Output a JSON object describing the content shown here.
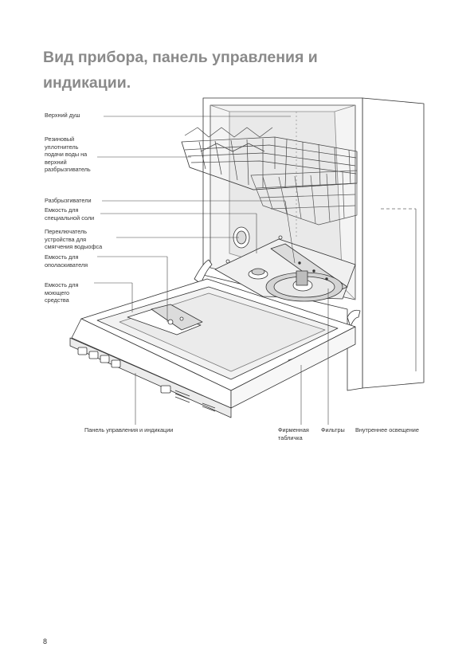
{
  "page": {
    "title_line1": "Вид прибора, панель управления и",
    "title_line2": "индикации.",
    "page_number": "8"
  },
  "labels": {
    "upper_shower": "Верхний душ",
    "seal": [
      "Резиновый",
      "уплотнитель",
      "подачи воды на",
      "верхний",
      "разбрызгиватель"
    ],
    "spray_arms": "Разбрызгиватели",
    "salt_container": [
      "Емкость для",
      "специальной соли"
    ],
    "softener_switch": [
      "Переключатель",
      "устройства для",
      "смягчения водыoфса"
    ],
    "rinse_container": [
      "Емкость для",
      "ополаскивателя"
    ],
    "detergent_container": [
      "Емкость для",
      "моющего",
      "средства"
    ],
    "control_panel": "Панель управления и индикации",
    "rating_plate": [
      "Фирменная",
      "табличка"
    ],
    "filters": "Фильтры",
    "interior_light": "Внутреннее освещение"
  }
}
